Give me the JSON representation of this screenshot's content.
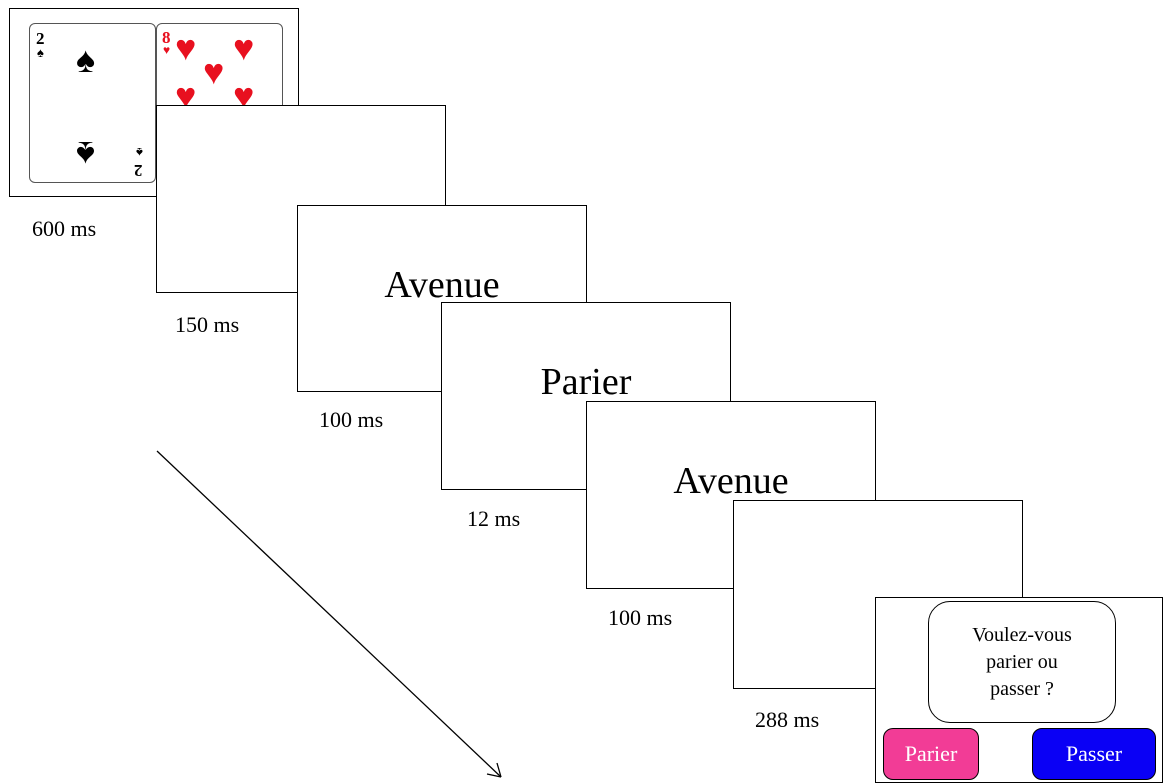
{
  "frames": [
    {
      "duration": "600 ms"
    },
    {
      "word": "",
      "duration": "150 ms"
    },
    {
      "word": "Avenue",
      "duration": "100 ms"
    },
    {
      "word": "Parier",
      "duration": "12 ms"
    },
    {
      "word": "Avenue",
      "duration": "100 ms"
    },
    {
      "word": "",
      "duration": "288 ms"
    }
  ],
  "cards": [
    {
      "rank": "2",
      "suit": "spades",
      "suit_symbol": "♠",
      "color": "#000000"
    },
    {
      "rank": "8",
      "suit": "hearts",
      "suit_symbol": "♥",
      "color": "#e8101f"
    }
  ],
  "response_screen": {
    "prompt_lines": [
      "Voulez-vous",
      "parier ou",
      "passer ?"
    ],
    "bet_button": {
      "label": "Parier",
      "color": "#f23c96"
    },
    "pass_button": {
      "label": "Passer",
      "color": "#0a00f5"
    }
  },
  "time_arrow": {
    "meaning": "time progression"
  }
}
